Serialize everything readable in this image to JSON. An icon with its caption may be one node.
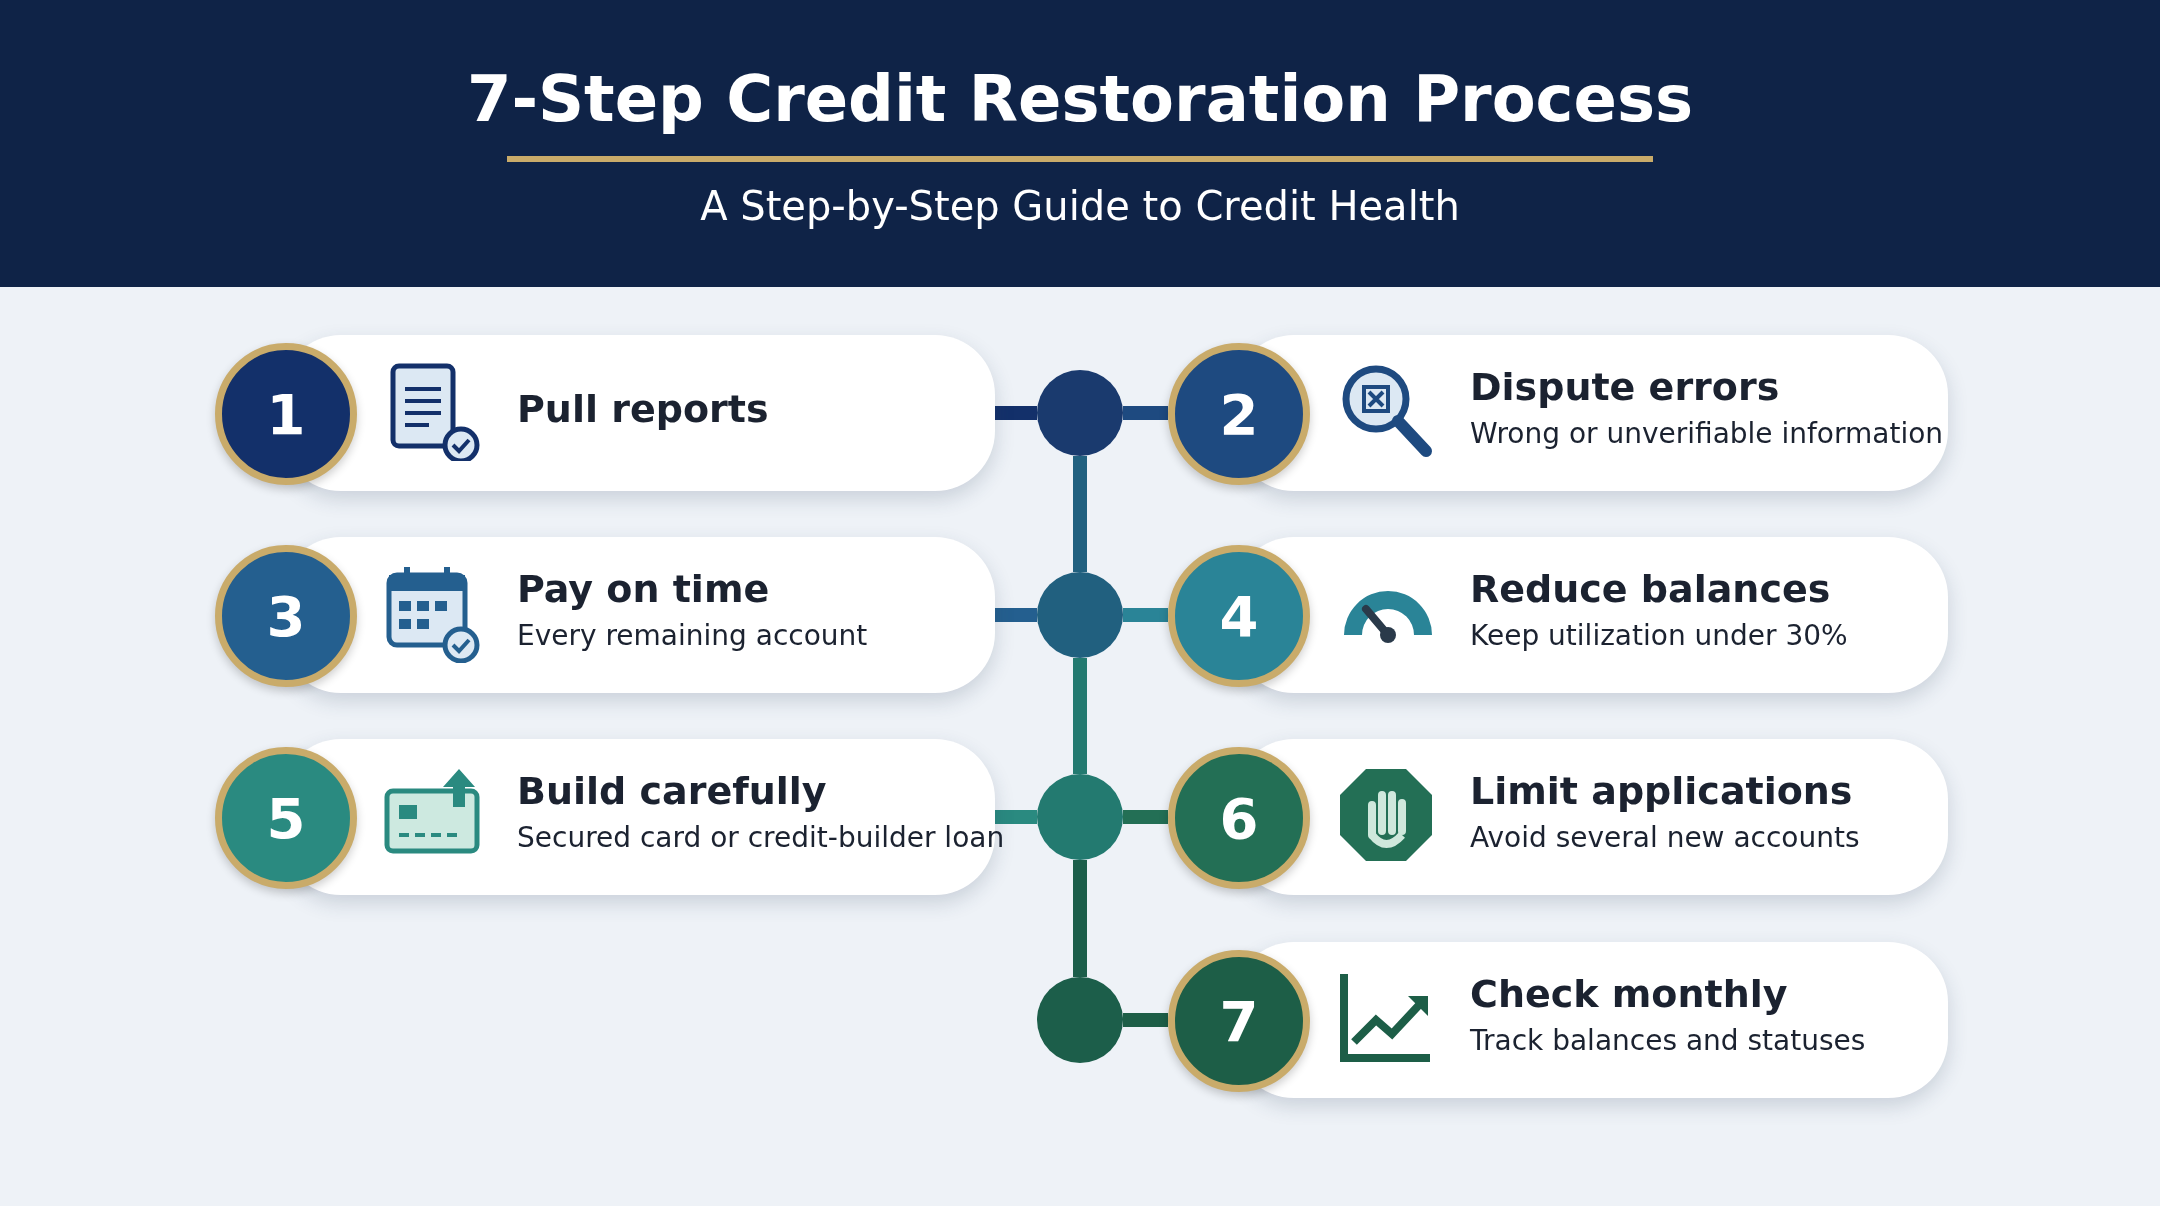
{
  "diagram": {
    "title": "7-Step Credit Restoration Process",
    "nodes": [
      {
        "text": [
          "1",
          "Pull reports"
        ]
      },
      {
        "text": [],
        "shape": "circle"
      },
      {
        "text": [
          "2",
          "Dispute errors",
          "Wrong or unverifiable information"
        ]
      },
      {
        "text": [
          "3",
          "Pay on time",
          "Every remaining account"
        ]
      },
      {
        "text": [],
        "shape": "circle"
      },
      {
        "text": [
          "4",
          "Reduce balances",
          "Keep utilization under 30%"
        ]
      },
      {
        "text": [
          "5",
          "Build carefully",
          "Secured card or credit-builder loan"
        ]
      },
      {
        "text": [],
        "shape": "circle"
      },
      {
        "text": [
          "6",
          "Limit applications",
          "Avoid several new accounts"
        ]
      },
      {
        "text": [],
        "shape": "circle"
      },
      {
        "text": [
          "7",
          "Check monthly",
          "Track balances and statuses"
        ]
      }
    ],
    "edges": [
      {
        "from": 1,
        "to": 0,
        "arrow": "none"
      },
      {
        "from": 1,
        "to": 2,
        "arrow": "none"
      },
      {
        "from": 1,
        "to": 4,
        "arrow": "none"
      },
      {
        "from": 4,
        "to": 3,
        "arrow": "none"
      },
      {
        "from": 4,
        "to": 5,
        "arrow": "none"
      },
      {
        "from": 4,
        "to": 7,
        "arrow": "none"
      },
      {
        "from": 7,
        "to": 6,
        "arrow": "none"
      },
      {
        "from": 7,
        "to": 8,
        "arrow": "none"
      },
      {
        "from": 7,
        "to": 9,
        "arrow": "none"
      },
      {
        "from": 9,
        "to": 10,
        "arrow": "none"
      }
    ],
    "labels": [
      "A Step-by-Step Guide to Credit Health"
    ]
  }
}
